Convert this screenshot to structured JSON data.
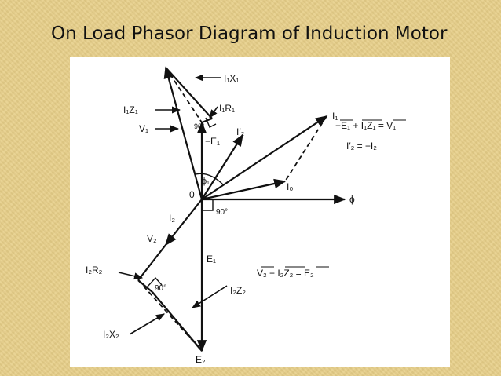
{
  "slide": {
    "title": "On Load Phasor Diagram of Induction Motor"
  },
  "colors": {
    "background": "#e7cf88",
    "panel": "#ffffff",
    "ink": "#111111"
  },
  "labels": {
    "i1x1": "I₁X₁",
    "i1z1": "I₁Z₁",
    "i1r1": "I₁R₁",
    "v1": "V₁",
    "angle90_top": "90°",
    "minus_e1": "−E₁",
    "i1": "I₁",
    "i2prime": "I′₂",
    "phi1": "ϕ₁",
    "origin": "0",
    "io": "I₀",
    "flux": "ϕ",
    "angle90_mid": "90°",
    "i2": "I₂",
    "v2": "V₂",
    "e1": "E₁",
    "i2r2": "I₂R₂",
    "angle90_bot": "90°",
    "i2z2": "I₂Z₂",
    "i2x2": "I₂X₂",
    "e2": "E₂"
  },
  "equations": {
    "eq1": "−E₁ + I₁Z₁ = V₁",
    "eq2": "I′₂ = −I₂",
    "eq3": "V₂ + I₂Z₂ = E₂"
  }
}
